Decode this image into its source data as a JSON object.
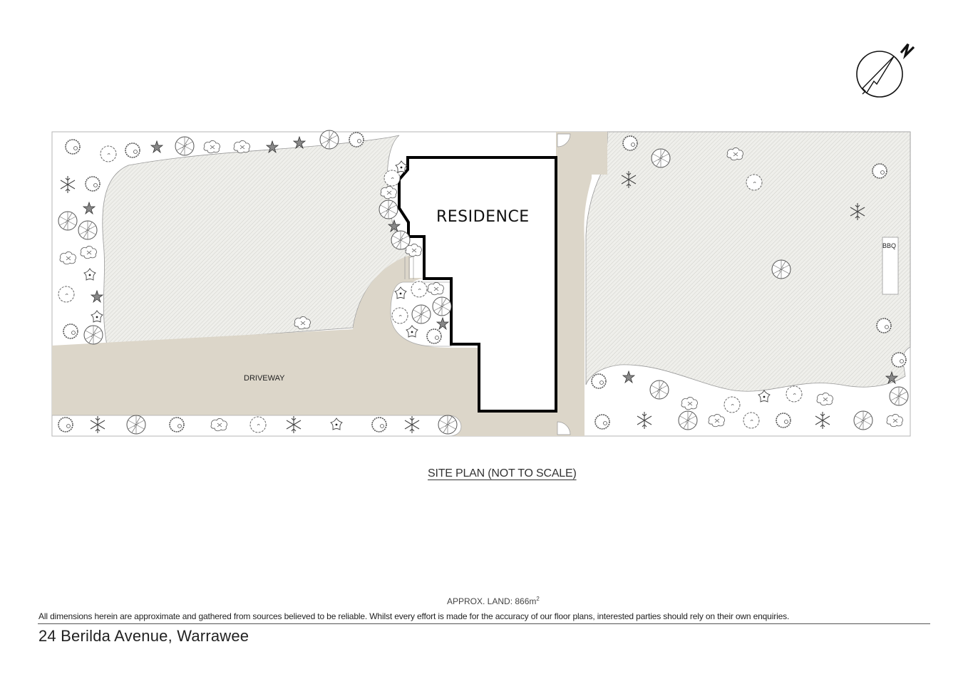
{
  "compass": {
    "label": "N",
    "icon": "north-arrow-icon"
  },
  "site_plan": {
    "residence_label": "RESIDENCE",
    "driveway_label": "DRIVEWAY",
    "bbq_label": "BBQ",
    "colors": {
      "paving": "#dcd6c9",
      "lawn": "#ebebe7",
      "garden_bed": "#ffffff",
      "wall": "#000000",
      "boundary": "#b5b5b5"
    }
  },
  "footer": {
    "plan_title": "SITE PLAN (NOT TO SCALE)",
    "approx_land_label": "APPROX. LAND:",
    "approx_land_value": "866m",
    "approx_land_unit_sup": "2",
    "disclaimer": "All dimensions herein are approximate and gathered from sources believed to be reliable. Whilst every effort is made for the accuracy of our floor plans, interested parties should rely on their own enquiries.",
    "address": "24 Berilda Avenue, Warrawee"
  }
}
